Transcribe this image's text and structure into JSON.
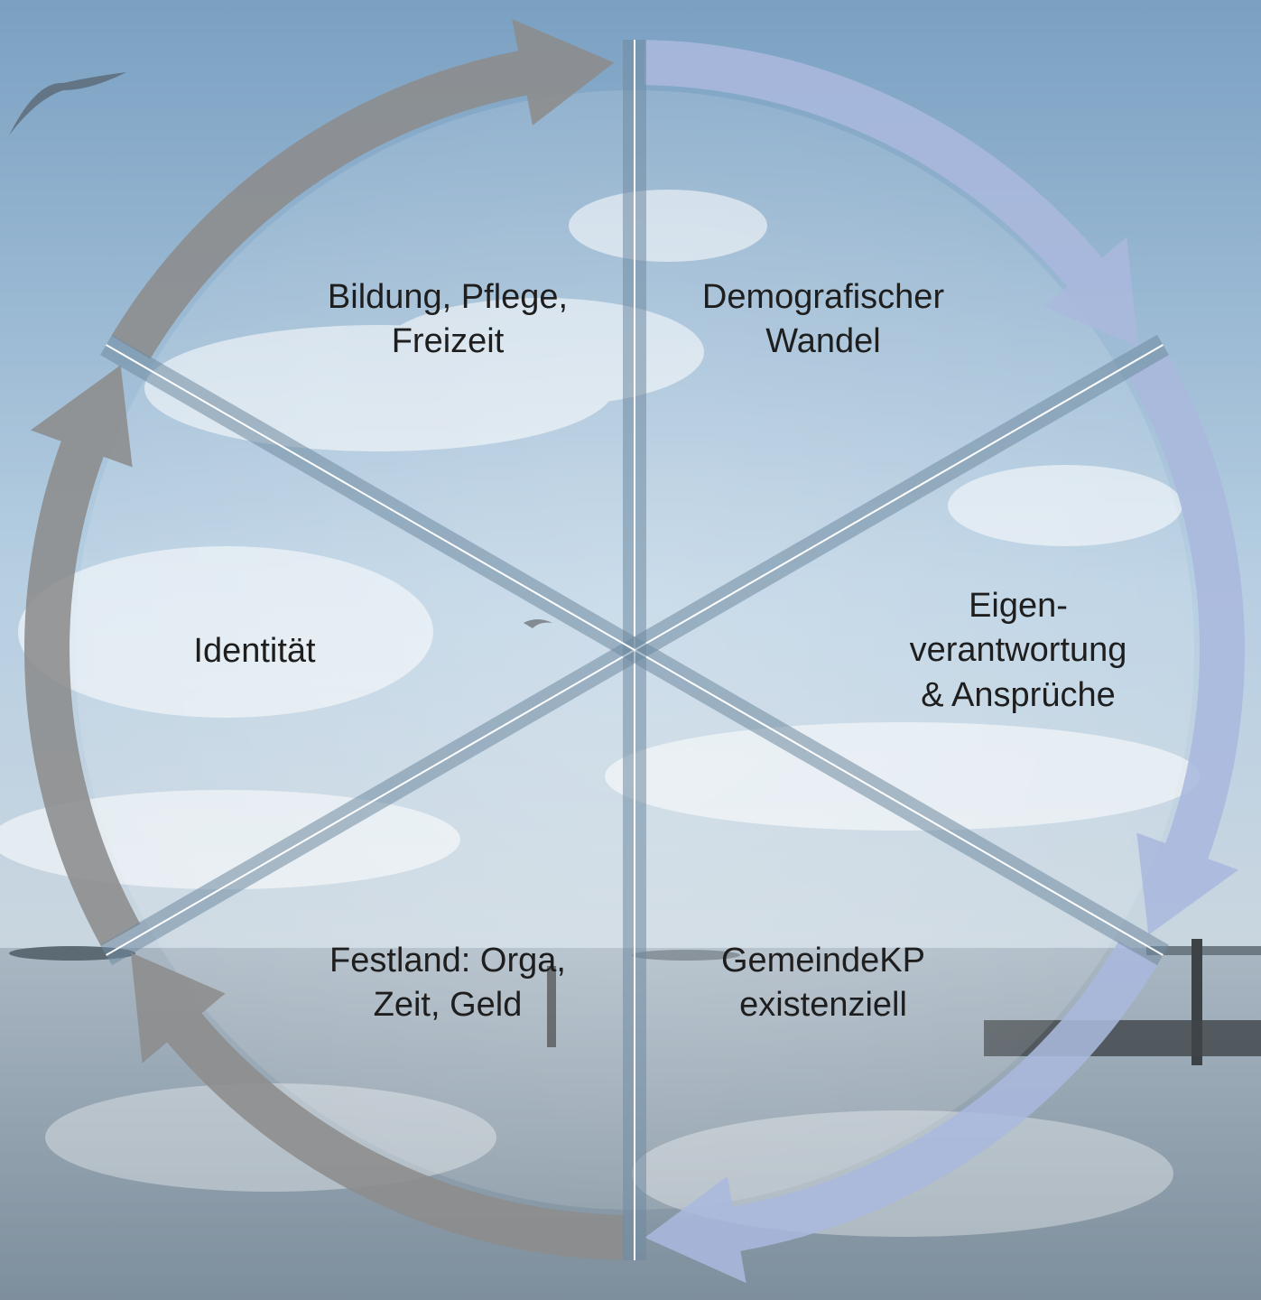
{
  "segments": [
    {
      "label": "Bildung, Pflege,\nFreizeit"
    },
    {
      "label": "Demografischer\nWandel"
    },
    {
      "label": "Eigen-\nverantwortung\n& Ansprüche"
    },
    {
      "label": "Identität"
    },
    {
      "label": "Festland: Orga,\nZeit, Geld"
    },
    {
      "label": "GemeindeKP\nexistenziell"
    }
  ],
  "colors": {
    "arrow_left": "#8c8c8c",
    "arrow_right": "#aab8dd",
    "divider": "#ffffff"
  }
}
